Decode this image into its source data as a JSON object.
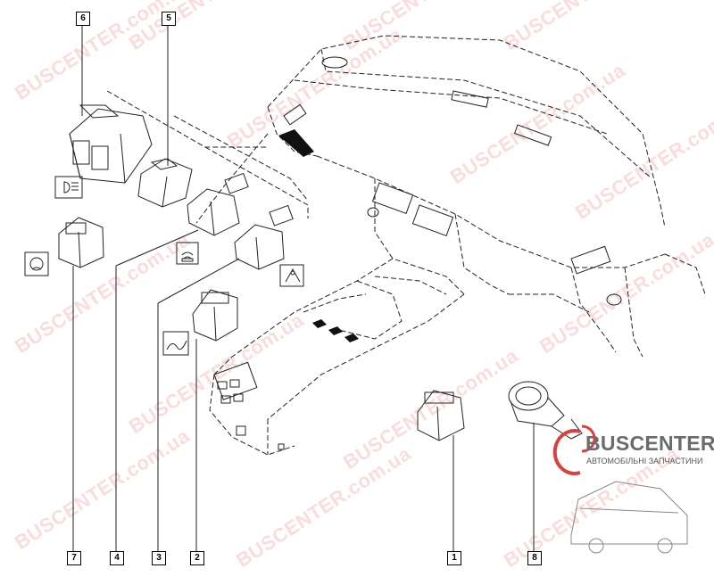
{
  "callouts": {
    "c1": "1",
    "c2": "2",
    "c3": "3",
    "c4": "4",
    "c5": "5",
    "c6": "6",
    "c7": "7",
    "c8": "8"
  },
  "watermark": {
    "brand": "BUSCENTER",
    "domain": ".com.ua"
  },
  "logo": {
    "name": "BUSCENTER",
    "tagline": "АВТОМОБІЛЬНІ ЗАПЧАСТИНИ",
    "colors": {
      "ring": "#d94040",
      "text": "#6b6b6b"
    }
  },
  "symbols": {
    "headlamp": "headlamp-level-icon",
    "esp": "esp-off-icon",
    "parking_sensor": "parking-sensor-icon",
    "hill_descent": "hill-descent-icon",
    "lane_departure": "lane-departure-icon"
  }
}
